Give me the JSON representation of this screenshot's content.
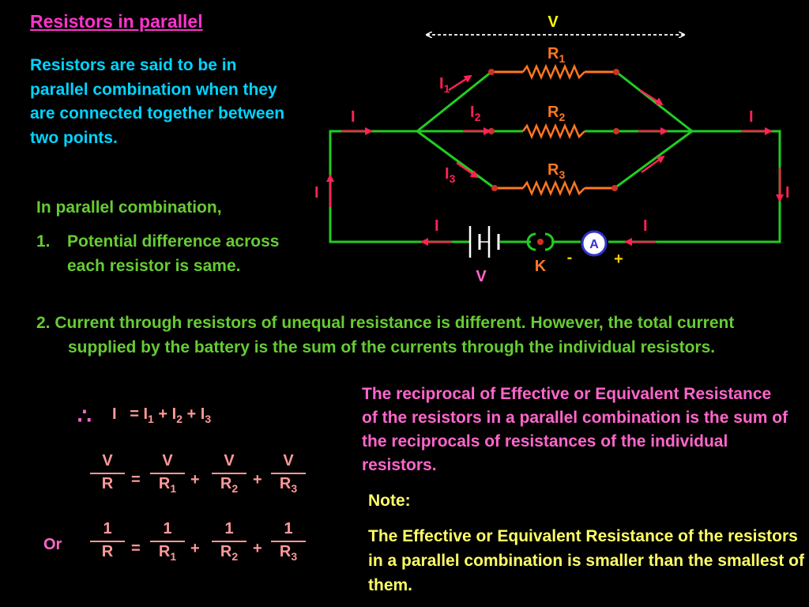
{
  "title": "Resistors in parallel",
  "intro": "Resistors are said to be in parallel  combination when they are connected together between two points.",
  "in_parallel": "In parallel combination,",
  "point1_num": "1.",
  "point1": "Potential difference across each resistor is same.",
  "point2": "2.  Current through resistors of unequal resistance is different.  However, the total current supplied by the battery is the sum of the currents through the individual resistors.",
  "therefore": "∴",
  "current_eq": {
    "lhs": "I",
    "eq": "= I",
    "s1": "1",
    "p1": " + I",
    "s2": "2",
    "p2": " + I",
    "s3": "3"
  },
  "eq_labels": {
    "V": "V",
    "R": "R",
    "one": "1",
    "equals": "=",
    "plus": "+",
    "or": "Or",
    "sub1": "1",
    "sub2": "2",
    "sub3": "3"
  },
  "reciprocal_text": "The reciprocal of Effective or Equivalent Resistance of the resistors in a parallel combination is the sum of the reciprocals of resistances of the individual resistors.",
  "note_label": "Note:",
  "note_text": "The Effective or Equivalent Resistance of the resistors in a parallel combination is smaller than the smallest  of them.",
  "circuit": {
    "voltage_top": "V",
    "voltage_battery": "V",
    "r": "R",
    "sub1": "1",
    "sub2": "2",
    "sub3": "3",
    "current": "I",
    "key": "K",
    "ammeter": "A",
    "minus": "-",
    "plus": "+"
  },
  "colors": {
    "title": "#ff33cc",
    "intro": "#00d4ff",
    "green": "#66cc33",
    "pink": "#ff66cc",
    "yellow": "#ffff66",
    "equation": "#ff9999",
    "wire": "#22cc22",
    "resistor": "#ff7722",
    "arrow": "#ff2255"
  }
}
